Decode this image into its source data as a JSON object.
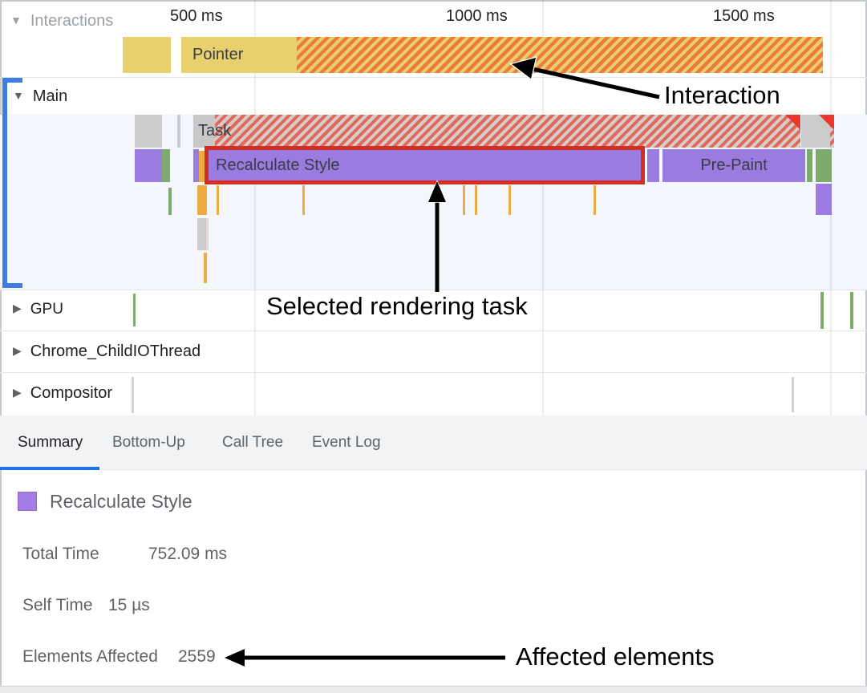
{
  "ruler": {
    "labels": [
      "500 ms",
      "1000 ms",
      "1500 ms"
    ]
  },
  "tracks": {
    "interactions": {
      "icon": "▼",
      "label": "Interactions",
      "events": {
        "pointer": {
          "label": "Pointer"
        }
      }
    },
    "main": {
      "icon": "▼",
      "label": "Main",
      "events": {
        "task": {
          "label": "Task"
        },
        "recalculate_style": {
          "label": "Recalculate Style"
        },
        "pre_paint": {
          "label": "Pre-Paint"
        }
      }
    },
    "gpu": {
      "icon": "▶",
      "label": "GPU"
    },
    "chrome_child_io": {
      "icon": "▶",
      "label": "Chrome_ChildIOThread"
    },
    "compositor": {
      "icon": "▶",
      "label": "Compositor"
    }
  },
  "tabs": [
    {
      "label": "Summary",
      "active": true
    },
    {
      "label": "Bottom-Up",
      "active": false
    },
    {
      "label": "Call Tree",
      "active": false
    },
    {
      "label": "Event Log",
      "active": false
    }
  ],
  "summary": {
    "event_name": "Recalculate Style",
    "rows": [
      {
        "label": "Total Time",
        "value": "752.09 ms"
      },
      {
        "label": "Self Time",
        "value": "15 µs"
      },
      {
        "label": "Elements Affected",
        "value": "2559"
      }
    ]
  },
  "annotations": {
    "interaction": "Interaction",
    "selected_task": "Selected rendering task",
    "affected_elements": "Affected elements"
  },
  "colors": {
    "interaction_yellow": "#e9d06e",
    "interaction_stripe_orange": "#ee7a40",
    "task_gray": "#c8c8c8",
    "task_stripe_red": "#e0695c",
    "event_purple": "#9a7ce0",
    "event_green": "#7dab6c",
    "marker_orange": "#edac43",
    "selection_red": "#d12d23",
    "warning_red": "#e8392c",
    "track_select_blue": "#3e7ce0",
    "tab_accent_blue": "#1a73e8",
    "main_highlight": "#f3f7fd"
  }
}
